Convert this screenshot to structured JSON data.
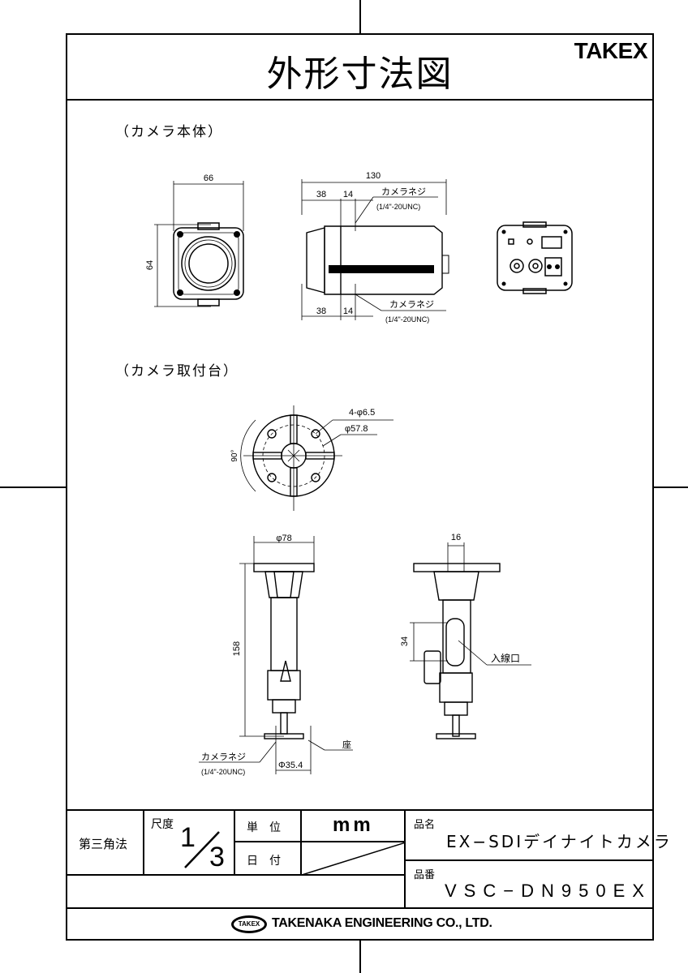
{
  "header": {
    "title": "外形寸法図",
    "brand": "TAKEX"
  },
  "sections": {
    "camera_body": {
      "label": "（カメラ本体）",
      "front_view": {
        "width_dim": "66",
        "height_dim": "64"
      },
      "side_view": {
        "length_dim": "130",
        "top_dims": [
          "38",
          "14"
        ],
        "bottom_dims": [
          "38",
          "14"
        ],
        "top_thread_label": "カメラネジ",
        "top_thread_spec": "(1/4\"-20UNC)",
        "bottom_thread_label": "カメラネジ",
        "bottom_thread_spec": "(1/4\"-20UNC)"
      }
    },
    "camera_mount": {
      "label": "（カメラ取付台）",
      "top_view": {
        "holes": "4-φ6.5",
        "pcd": "φ57.8",
        "angle": "90°"
      },
      "front_view": {
        "base_dia": "φ78",
        "height": "158",
        "thread_label": "カメラネジ",
        "thread_spec": "(1/4\"-20UNC)",
        "seat_dia": "Φ35.4",
        "seat_label": "座"
      },
      "side_view": {
        "width": "16",
        "slot_len": "34",
        "inlet_label": "入線口"
      }
    }
  },
  "title_block": {
    "projection": "第三角法",
    "scale_label": "尺度",
    "scale_num": "1",
    "scale_den": "3",
    "unit_label": "単　位",
    "unit_value": "mm",
    "date_label": "日　付",
    "product_name_label": "品名",
    "product_name": "EX−SDIデイナイトカメラ",
    "product_no_label": "品番",
    "product_no": "VSC−DN950EX",
    "company_logo": "TAKEX",
    "company": "TAKENAKA ENGINEERING CO., LTD."
  }
}
